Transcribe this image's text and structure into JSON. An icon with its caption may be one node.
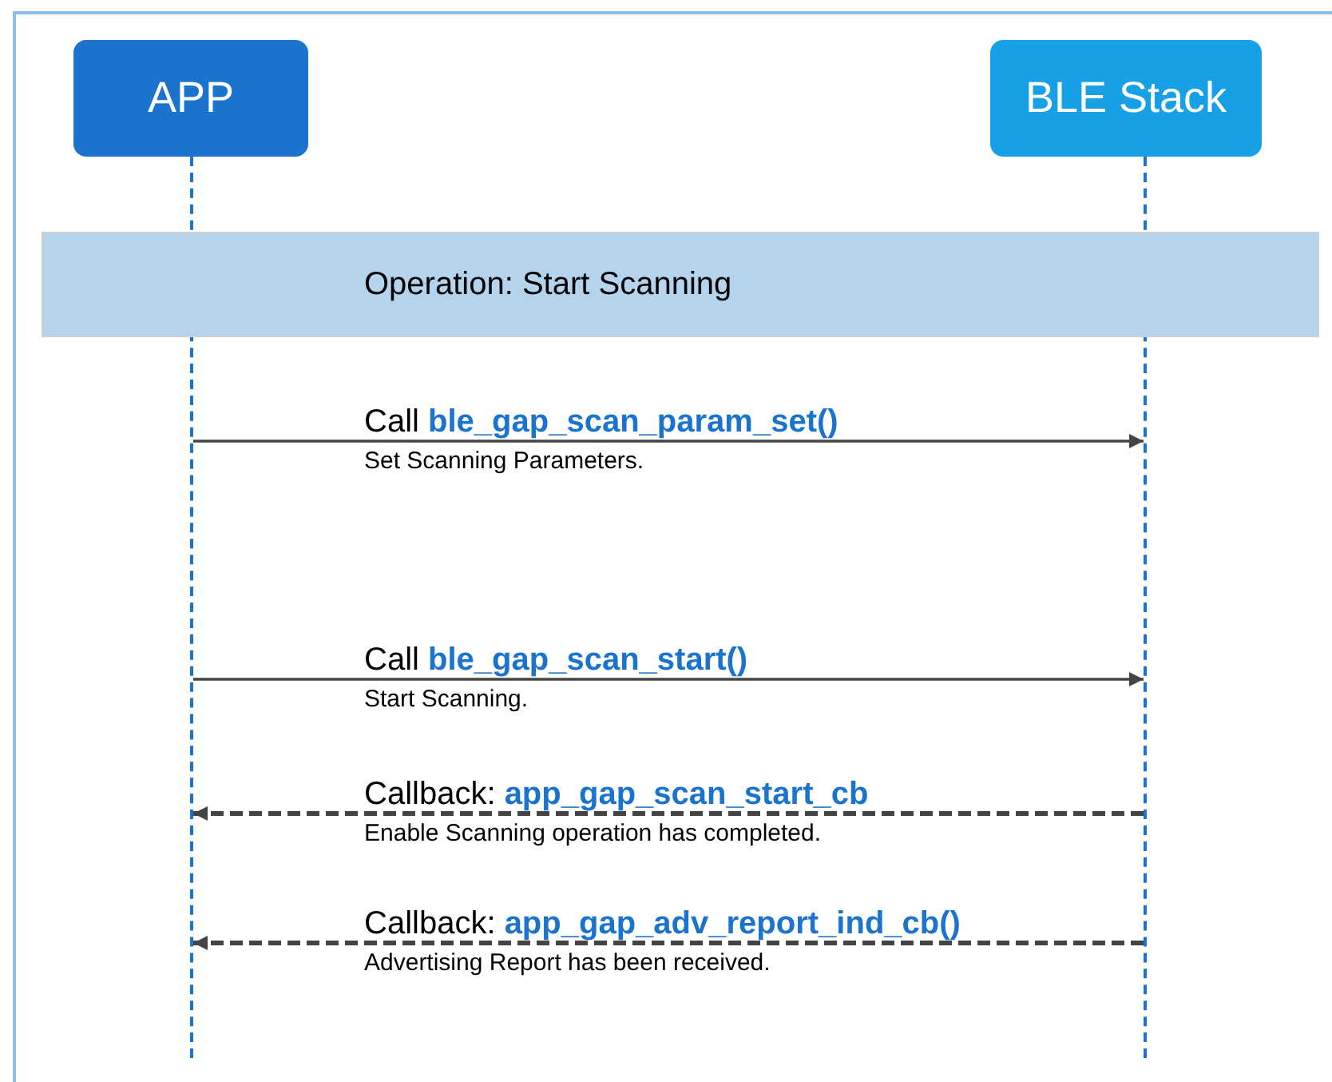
{
  "diagram": {
    "nodes": [
      {
        "text": [
          "APP"
        ]
      },
      {
        "text": [
          "BLE Stack"
        ]
      },
      {
        "text": [
          "Operation: Start Scanning"
        ]
      },
      {
        "text": [],
        "shape": "line"
      },
      {
        "text": [],
        "shape": "line"
      }
    ],
    "edges": [
      {
        "from": 3,
        "to": 4,
        "arrow": "to",
        "label": "Call **ble_gap_scan_param_set()**"
      },
      {
        "from": 3,
        "to": 4,
        "arrow": "to",
        "label": "Call **ble_gap_scan_start()**"
      },
      {
        "from": 4,
        "to": 3,
        "arrow": "to",
        "label": "Callback: **app_gap_scan_start_cb**",
        "style": "dashed"
      },
      {
        "from": 4,
        "to": 3,
        "arrow": "to",
        "label": "Callback: **app_gap_adv_report_ind_cb()**",
        "style": "dashed"
      }
    ],
    "labels": [
      "Set Scanning Parameters.",
      "Start Scanning.",
      "Enable Scanning operation has completed.",
      "Advertising Report has been received."
    ]
  }
}
